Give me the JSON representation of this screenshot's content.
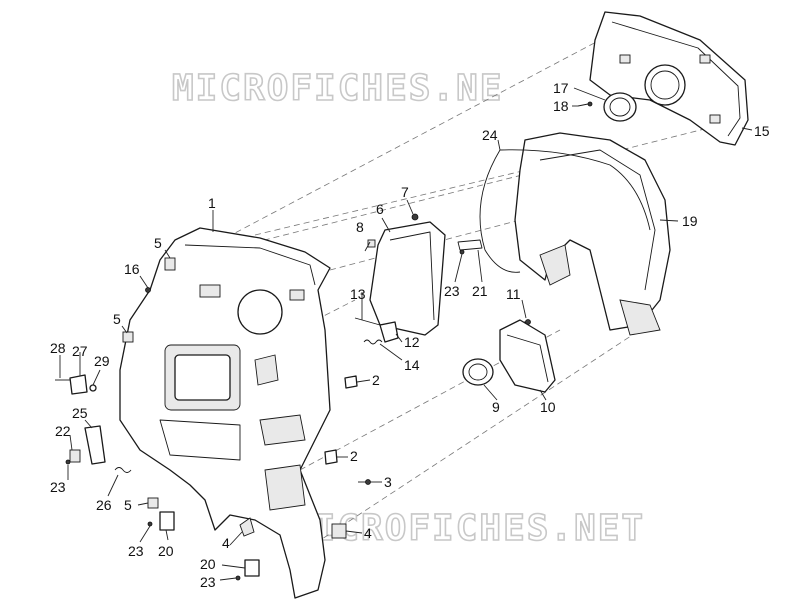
{
  "watermarks": [
    "MICROFICHES.NE",
    "MICROFICHES.NET"
  ],
  "callouts": {
    "c1": "1",
    "c2a": "2",
    "c2b": "2",
    "c3": "3",
    "c4a": "4",
    "c4b": "4",
    "c5a": "5",
    "c5b": "5",
    "c5c": "5",
    "c6": "6",
    "c7": "7",
    "c8": "8",
    "c9": "9",
    "c10": "10",
    "c11": "11",
    "c12": "12",
    "c13": "13",
    "c14": "14",
    "c15": "15",
    "c16": "16",
    "c17": "17",
    "c18": "18",
    "c19": "19",
    "c20a": "20",
    "c20b": "20",
    "c21": "21",
    "c22": "22",
    "c23a": "23",
    "c23b": "23",
    "c23c": "23",
    "c23d": "23",
    "c24": "24",
    "c25": "25",
    "c26": "26",
    "c27": "27",
    "c28": "28",
    "c29": "29"
  }
}
